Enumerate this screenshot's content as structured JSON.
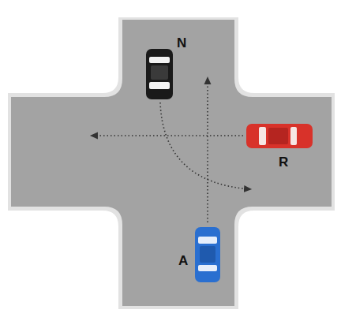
{
  "diagram": {
    "labels": [
      "N",
      "R",
      "A"
    ]
  }
}
